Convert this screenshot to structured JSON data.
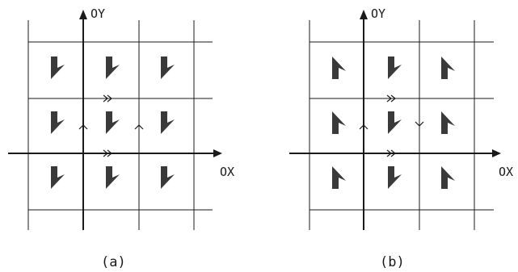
{
  "panels": [
    {
      "caption": "(a)",
      "axis_x_label": "OX",
      "axis_y_label": "OY",
      "tile_orientations": [
        [
          "A",
          "A",
          "A"
        ],
        [
          "A",
          "A",
          "A"
        ],
        [
          "A",
          "A",
          "A"
        ]
      ],
      "markers": [
        {
          "type": "double-arrow-right",
          "between": "row-1-row-2",
          "column": 2
        },
        {
          "type": "double-arrow-right",
          "between": "row-2-row-3",
          "column": 2
        },
        {
          "type": "single-arrow-up",
          "between": "col-1-col-2",
          "row": 2
        },
        {
          "type": "single-arrow-up",
          "between": "col-2-col-3",
          "row": 2
        }
      ]
    },
    {
      "caption": "(b)",
      "axis_x_label": "OX",
      "axis_y_label": "OY",
      "tile_orientations": [
        [
          "B",
          "A",
          "B"
        ],
        [
          "B",
          "A",
          "B"
        ],
        [
          "B",
          "A",
          "B"
        ]
      ],
      "markers": [
        {
          "type": "double-arrow-right",
          "between": "row-1-row-2",
          "column": 2
        },
        {
          "type": "double-arrow-right",
          "between": "row-2-row-3",
          "column": 2
        },
        {
          "type": "single-arrow-up",
          "between": "col-1-col-2",
          "row": 2
        },
        {
          "type": "single-arrow-down",
          "between": "col-2-col-3",
          "row": 2
        }
      ]
    }
  ],
  "colors": {
    "line": "#1a1a1a",
    "motif": "#3a3a3a"
  }
}
